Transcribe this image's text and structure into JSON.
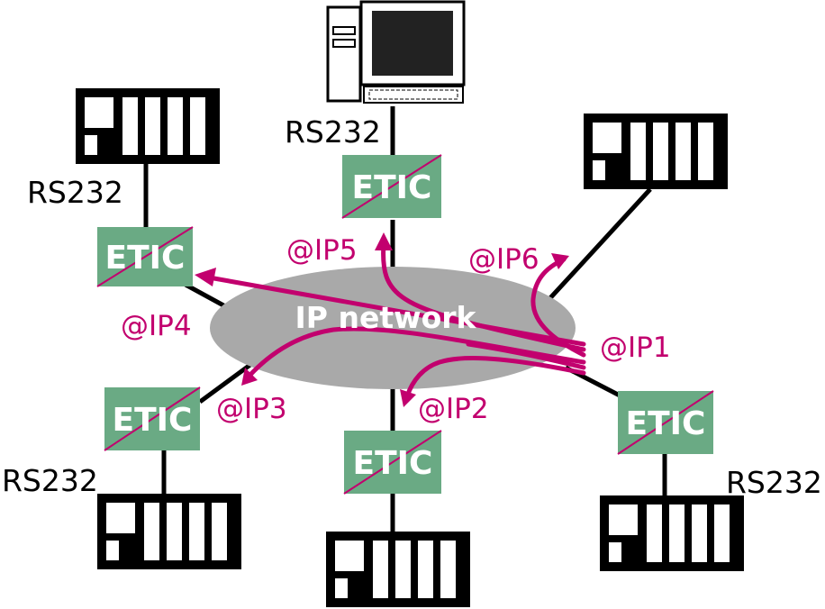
{
  "colors": {
    "etic_fill": "#6aaa84",
    "accent": "#c2006e",
    "network_fill": "#a9a9a9",
    "device": "#000000",
    "background": "#ffffff"
  },
  "network": {
    "label": "IP network"
  },
  "etic_label": "ETIC",
  "serial_label": "RS232",
  "addresses": {
    "ip1": "@IP1",
    "ip2": "@IP2",
    "ip3": "@IP3",
    "ip4": "@IP4",
    "ip5": "@IP5",
    "ip6": "@IP6"
  },
  "icons": {
    "pc": "desktop-computer-icon",
    "plc": "plc-rack-icon",
    "gateway": "etic-gateway-icon"
  }
}
